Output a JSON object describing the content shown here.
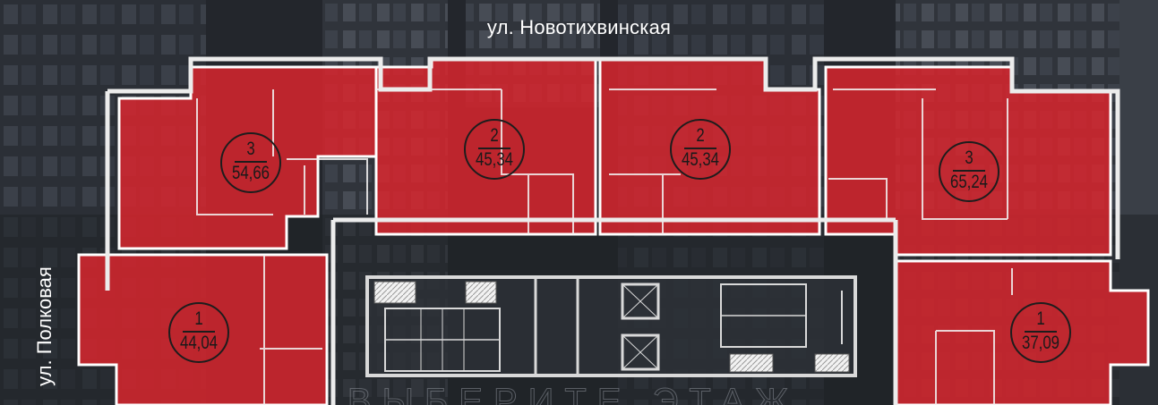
{
  "streets": {
    "top": "ул. Новотихвинская",
    "left": "ул. Полковая"
  },
  "floor_label": "ВЫБЕРИТЕ ЭТАЖ",
  "apartments": [
    {
      "id": "a1",
      "rooms": "3",
      "area": "54,66"
    },
    {
      "id": "a2",
      "rooms": "2",
      "area": "45,34"
    },
    {
      "id": "a3",
      "rooms": "2",
      "area": "45,34"
    },
    {
      "id": "a4",
      "rooms": "3",
      "area": "65,24"
    },
    {
      "id": "a5",
      "rooms": "1",
      "area": "44,04"
    },
    {
      "id": "a6",
      "rooms": "1",
      "area": "37,09"
    }
  ],
  "colors": {
    "apartment_fill": "#d8262e",
    "wall": "#e8e8e8",
    "background": "#22252b"
  }
}
